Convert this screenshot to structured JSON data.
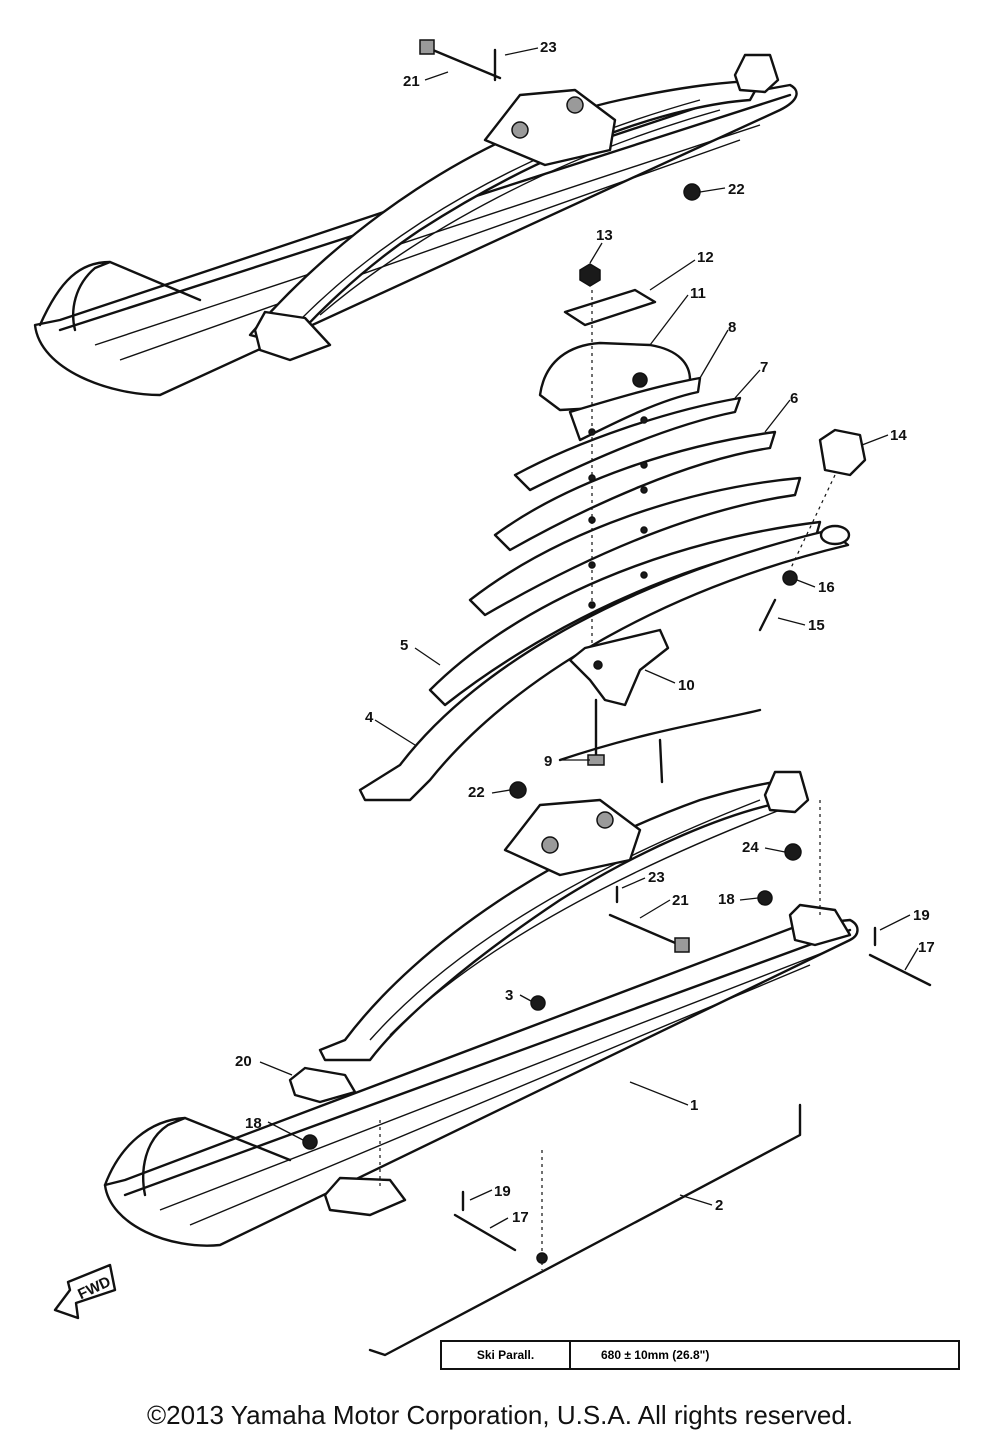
{
  "callouts": {
    "c1": "1",
    "c2": "2",
    "c3": "3",
    "c4": "4",
    "c5": "5",
    "c6": "6",
    "c7": "7",
    "c8": "8",
    "c9": "9",
    "c10": "10",
    "c11": "11",
    "c12": "12",
    "c13": "13",
    "c14": "14",
    "c15": "15",
    "c16": "16",
    "c17a": "17",
    "c17b": "17",
    "c18a": "18",
    "c18b": "18",
    "c19a": "19",
    "c19b": "19",
    "c20": "20",
    "c21a": "21",
    "c21b": "21",
    "c22a": "22",
    "c22b": "22",
    "c23a": "23",
    "c23b": "23",
    "c24": "24"
  },
  "fwd_marker": "FWD",
  "spec": {
    "label": "Ski Parall.",
    "value": "680 ± 10mm (26.8\")"
  },
  "copyright": "©2013 Yamaha Motor Corporation, U.S.A. All rights reserved."
}
